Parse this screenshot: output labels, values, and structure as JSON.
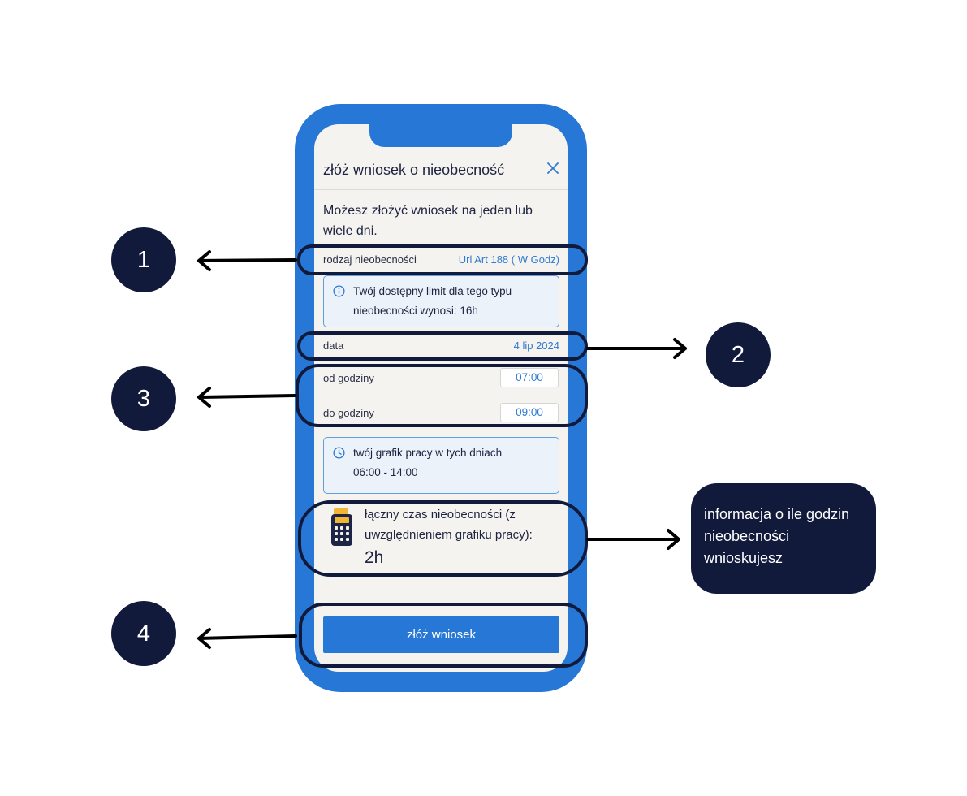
{
  "screen": {
    "title": "złóż wniosek o nieobecność",
    "intro_text": "Możesz złożyć wniosek na jeden lub wiele dni.",
    "absence_type": {
      "label": "rodzaj nieobecności",
      "value": "Url Art 188 ( W Godz)"
    },
    "limit_info": {
      "icon": "info-icon",
      "text": "Twój dostępny limit dla tego typu nieobecności wynosi: 16h"
    },
    "date": {
      "label": "data",
      "value": "4 lip 2024"
    },
    "from_time": {
      "label": "od godziny",
      "value": "07:00"
    },
    "to_time": {
      "label": "do godziny",
      "value": "09:00"
    },
    "schedule_info": {
      "icon": "clock-icon",
      "line1": "twój grafik pracy w tych dniach",
      "line2": "06:00 - 14:00"
    },
    "total": {
      "icon": "calculator-icon",
      "label": "łączny czas nieobecności (z uwzględnieniem grafiku pracy):",
      "value": "2h"
    },
    "submit_label": "złóż wniosek"
  },
  "annotations": {
    "badges": [
      "1",
      "2",
      "3",
      "4"
    ],
    "note": "informacja o ile godzin nieobecności wnioskujesz"
  },
  "colors": {
    "accent": "#2778d6",
    "dark": "#121a3c",
    "screen_bg": "#f4f3ef",
    "link": "#2d7ad0"
  }
}
